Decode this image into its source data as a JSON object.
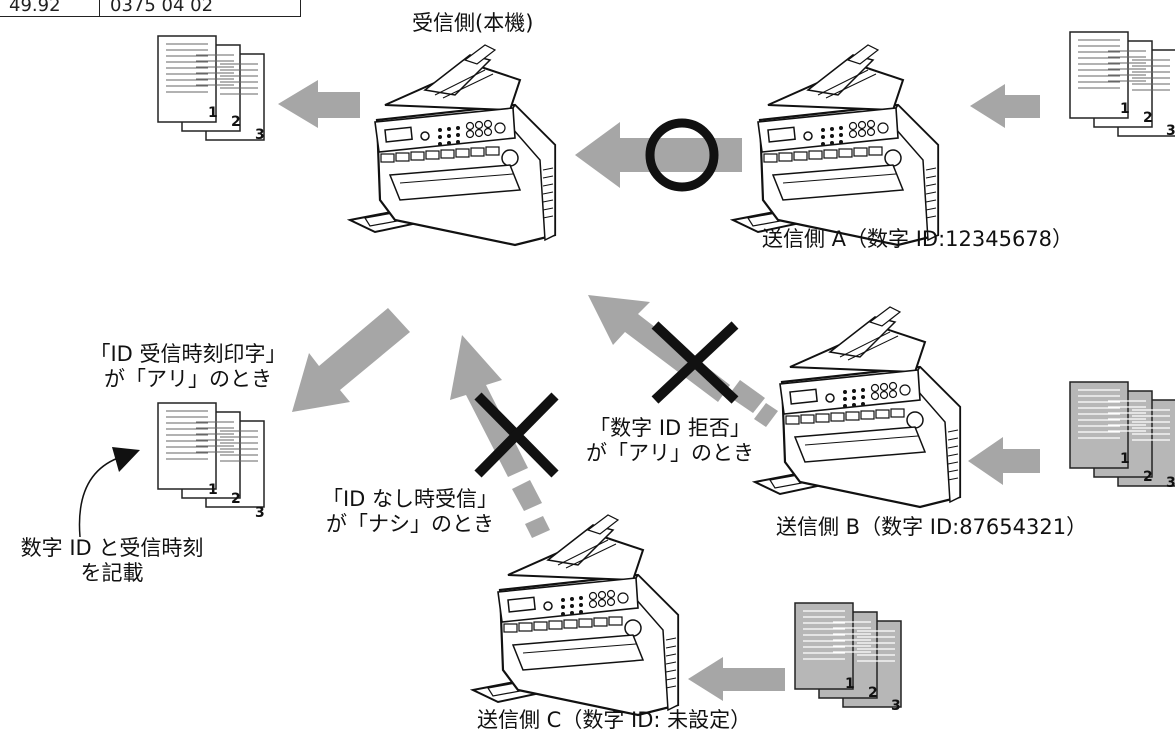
{
  "colors": {
    "arrow": "#a6a6a6",
    "mark": "#111111",
    "paper_white": "#ffffff",
    "paper_gray": "#b7b7b7",
    "line": "#222222"
  },
  "top_table": {
    "cells": [
      "49.92",
      "0375 04 02"
    ]
  },
  "receiver": {
    "label": "受信側(本機)"
  },
  "sender_a": {
    "label": "送信側 A（数字 ID:12345678）",
    "result": "accepted-circle"
  },
  "sender_b": {
    "label": "送信側 B（数字 ID:87654321）",
    "result": "rejected-cross"
  },
  "sender_c": {
    "label": "送信側 C（数字 ID: 未設定）",
    "result": "rejected-cross"
  },
  "conditions": {
    "id_print": {
      "line1": "「ID 受信時刻印字」",
      "line2": "が「アリ」のとき"
    },
    "reject": {
      "line1": "「数字 ID 拒否」",
      "line2": "が「アリ」のとき"
    },
    "no_id": {
      "line1": "「ID なし時受信」",
      "line2": "が「ナシ」のとき"
    }
  },
  "note": {
    "line1": "数字 ID と受信時刻",
    "line2": "を記載"
  },
  "page_numbers": [
    "1",
    "2",
    "3"
  ]
}
